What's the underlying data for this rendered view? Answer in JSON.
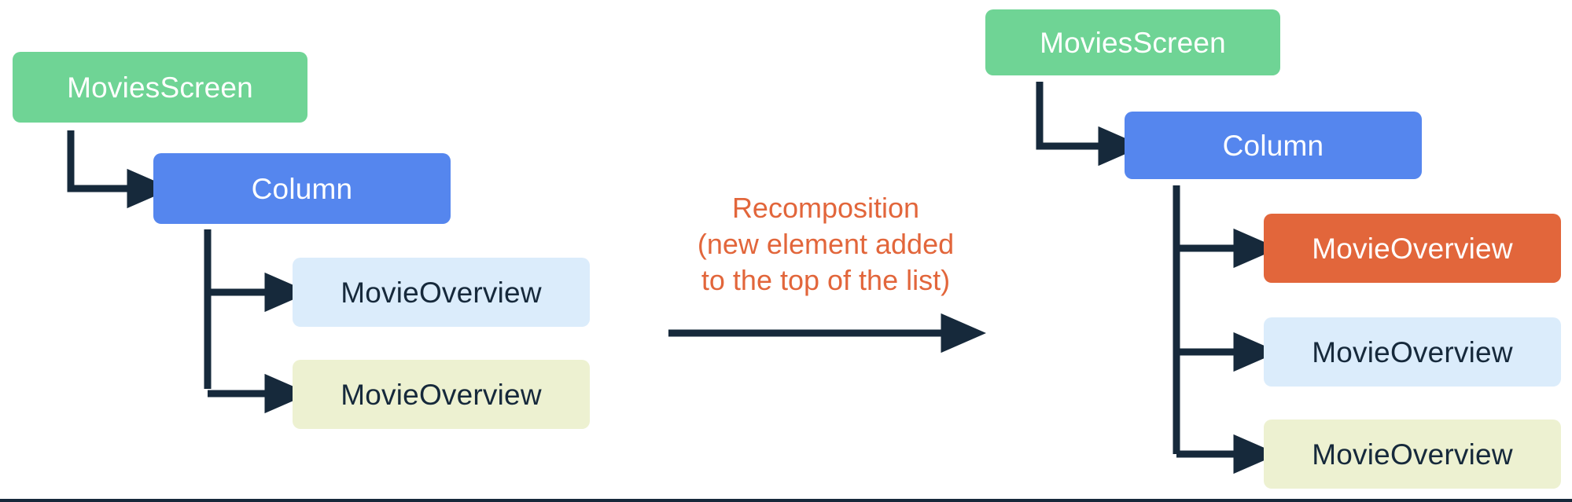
{
  "diagram": {
    "title_text": "Recomposition diagram of a Compose UI tree before and after recomposition",
    "colors": {
      "green": "#6FD495",
      "blue": "#5586EE",
      "light_blue": "#DBECFB",
      "light_yellow": "#EDF1D1",
      "orange": "#E2663B",
      "arrow_dark": "#16293B",
      "white_text": "#FFFFFF",
      "dark_text": "#16293B",
      "background": "#FFFFFF"
    },
    "before": {
      "root": {
        "label": "MoviesScreen"
      },
      "column": {
        "label": "Column"
      },
      "children": [
        {
          "label": "MovieOverview",
          "state": "existing-blue"
        },
        {
          "label": "MovieOverview",
          "state": "existing-yellow"
        }
      ]
    },
    "transition": {
      "caption_lines": [
        "Recomposition",
        "(new element added",
        "to the top of the list)"
      ],
      "arrow": "right-arrow-icon"
    },
    "after": {
      "root": {
        "label": "MoviesScreen"
      },
      "column": {
        "label": "Column"
      },
      "children": [
        {
          "label": "MovieOverview",
          "state": "new-orange"
        },
        {
          "label": "MovieOverview",
          "state": "existing-blue"
        },
        {
          "label": "MovieOverview",
          "state": "existing-yellow"
        }
      ]
    }
  }
}
